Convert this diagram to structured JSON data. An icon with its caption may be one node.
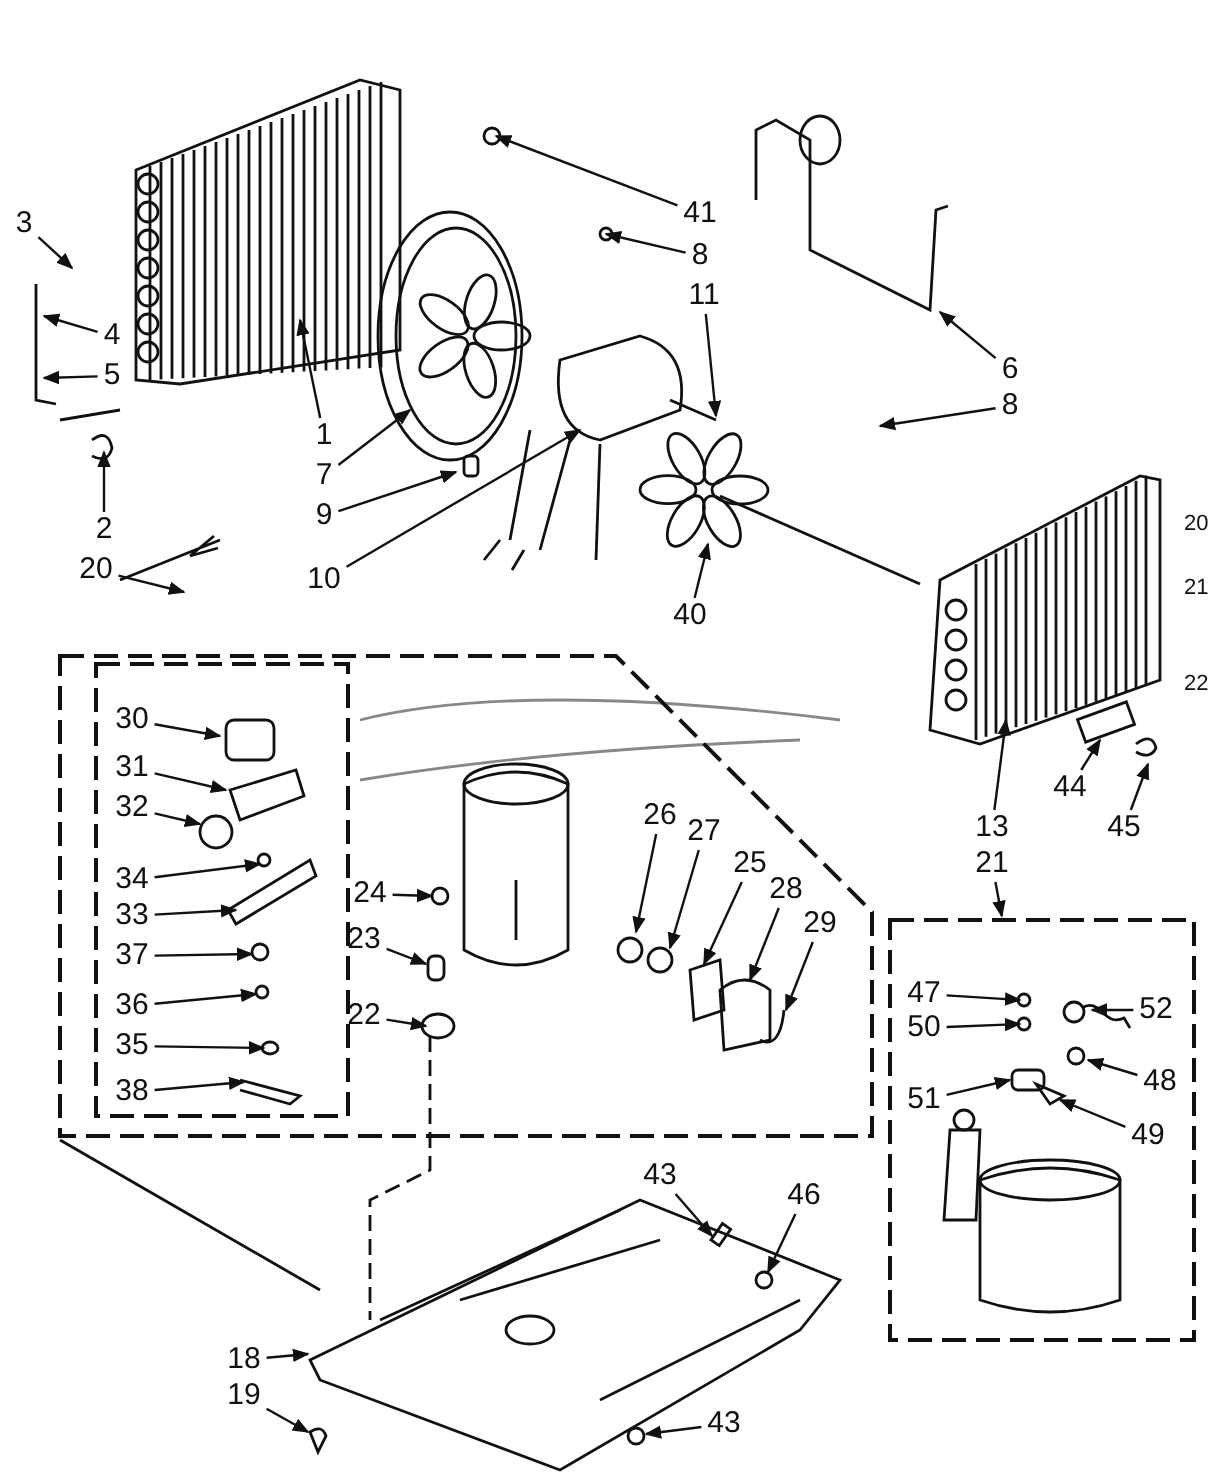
{
  "diagram": {
    "nodes": [
      {
        "text": [],
        "shape": "box"
      },
      {
        "text": [],
        "shape": "box",
        "in": 0
      },
      {
        "text": [],
        "shape": "box"
      },
      {
        "text": [
          "3"
        ]
      },
      {
        "text": [
          "4"
        ]
      },
      {
        "text": [
          "5"
        ]
      },
      {
        "text": [
          "1"
        ]
      },
      {
        "text": [
          "7"
        ]
      },
      {
        "text": [
          "9"
        ]
      },
      {
        "text": [
          "10"
        ]
      },
      {
        "text": [
          "2"
        ]
      },
      {
        "text": [
          "20"
        ]
      },
      {
        "text": [
          "41"
        ]
      },
      {
        "text": [
          "8"
        ]
      },
      {
        "text": [
          "11"
        ]
      },
      {
        "text": [
          "6"
        ]
      },
      {
        "text": [
          "8"
        ]
      },
      {
        "text": [
          "40"
        ]
      },
      {
        "text": [
          "13"
        ]
      },
      {
        "text": [
          "21"
        ]
      },
      {
        "text": [
          "44"
        ]
      },
      {
        "text": [
          "45"
        ]
      },
      {
        "text": [
          "30"
        ],
        "in": 1
      },
      {
        "text": [
          "31"
        ],
        "in": 1
      },
      {
        "text": [
          "32"
        ],
        "in": 1
      },
      {
        "text": [
          "34"
        ],
        "in": 1
      },
      {
        "text": [
          "33"
        ],
        "in": 1
      },
      {
        "text": [
          "37"
        ],
        "in": 1
      },
      {
        "text": [
          "36"
        ],
        "in": 1
      },
      {
        "text": [
          "35"
        ],
        "in": 1
      },
      {
        "text": [
          "38"
        ],
        "in": 1
      },
      {
        "text": [
          "26"
        ],
        "in": 0
      },
      {
        "text": [
          "27"
        ],
        "in": 0
      },
      {
        "text": [
          "25"
        ],
        "in": 0
      },
      {
        "text": [
          "28"
        ],
        "in": 0
      },
      {
        "text": [
          "29"
        ],
        "in": 0
      },
      {
        "text": [
          "24"
        ],
        "in": 0
      },
      {
        "text": [
          "23"
        ],
        "in": 0
      },
      {
        "text": [
          "22"
        ],
        "in": 0
      },
      {
        "text": [
          "47"
        ],
        "in": 2
      },
      {
        "text": [
          "50"
        ],
        "in": 2
      },
      {
        "text": [
          "51"
        ],
        "in": 2
      },
      {
        "text": [
          "52"
        ],
        "in": 2
      },
      {
        "text": [
          "48"
        ],
        "in": 2
      },
      {
        "text": [
          "49"
        ],
        "in": 2
      },
      {
        "text": [
          "43"
        ]
      },
      {
        "text": [
          "46"
        ]
      },
      {
        "text": [
          "43"
        ]
      },
      {
        "text": [
          "18"
        ]
      },
      {
        "text": [
          "19"
        ]
      }
    ],
    "edges": [
      {
        "from": 3,
        "to": null,
        "arrow": "to"
      },
      {
        "from": 4,
        "to": null,
        "arrow": "to"
      },
      {
        "from": 5,
        "to": null,
        "arrow": "to"
      },
      {
        "from": 6,
        "to": null,
        "arrow": "to"
      },
      {
        "from": 7,
        "to": null,
        "arrow": "to"
      },
      {
        "from": 8,
        "to": null,
        "arrow": "to"
      },
      {
        "from": 9,
        "to": null,
        "arrow": "to"
      },
      {
        "from": 10,
        "to": null,
        "arrow": "to"
      },
      {
        "from": 11,
        "to": null,
        "arrow": "to"
      },
      {
        "from": 12,
        "to": null,
        "arrow": "to"
      },
      {
        "from": 13,
        "to": null,
        "arrow": "to"
      },
      {
        "from": 14,
        "to": null,
        "arrow": "to"
      },
      {
        "from": 15,
        "to": null,
        "arrow": "to"
      },
      {
        "from": 16,
        "to": null,
        "arrow": "to"
      },
      {
        "from": 17,
        "to": null,
        "arrow": "to"
      },
      {
        "from": 18,
        "to": null,
        "arrow": "to"
      },
      {
        "from": 19,
        "to": 2,
        "arrow": "to"
      },
      {
        "from": 20,
        "to": null,
        "arrow": "to"
      },
      {
        "from": 21,
        "to": null,
        "arrow": "to"
      },
      {
        "from": 22,
        "to": null,
        "arrow": "to"
      },
      {
        "from": 23,
        "to": null,
        "arrow": "to"
      },
      {
        "from": 24,
        "to": null,
        "arrow": "to"
      },
      {
        "from": 25,
        "to": null,
        "arrow": "to"
      },
      {
        "from": 26,
        "to": null,
        "arrow": "to"
      },
      {
        "from": 27,
        "to": null,
        "arrow": "to"
      },
      {
        "from": 28,
        "to": null,
        "arrow": "to"
      },
      {
        "from": 29,
        "to": null,
        "arrow": "to"
      },
      {
        "from": 30,
        "to": null,
        "arrow": "to"
      },
      {
        "from": 31,
        "to": null,
        "arrow": "to"
      },
      {
        "from": 32,
        "to": null,
        "arrow": "to"
      },
      {
        "from": 33,
        "to": null,
        "arrow": "to"
      },
      {
        "from": 34,
        "to": null,
        "arrow": "to"
      },
      {
        "from": 35,
        "to": null,
        "arrow": "to"
      },
      {
        "from": 36,
        "to": null,
        "arrow": "to"
      },
      {
        "from": 37,
        "to": null,
        "arrow": "to"
      },
      {
        "from": 38,
        "to": null,
        "arrow": "to"
      },
      {
        "from": 39,
        "to": null,
        "arrow": "to"
      },
      {
        "from": 40,
        "to": null,
        "arrow": "to"
      },
      {
        "from": 41,
        "to": null,
        "arrow": "to"
      },
      {
        "from": 42,
        "to": null,
        "arrow": "to"
      },
      {
        "from": 43,
        "to": null,
        "arrow": "to"
      },
      {
        "from": 44,
        "to": null,
        "arrow": "to"
      },
      {
        "from": 45,
        "to": null,
        "arrow": "to"
      },
      {
        "from": 46,
        "to": null,
        "arrow": "to"
      },
      {
        "from": 47,
        "to": null,
        "arrow": "to"
      },
      {
        "from": 48,
        "to": null,
        "arrow": "to"
      },
      {
        "from": 49,
        "to": null,
        "arrow": "to"
      }
    ],
    "labels": [
      "20",
      "21",
      "22"
    ]
  }
}
